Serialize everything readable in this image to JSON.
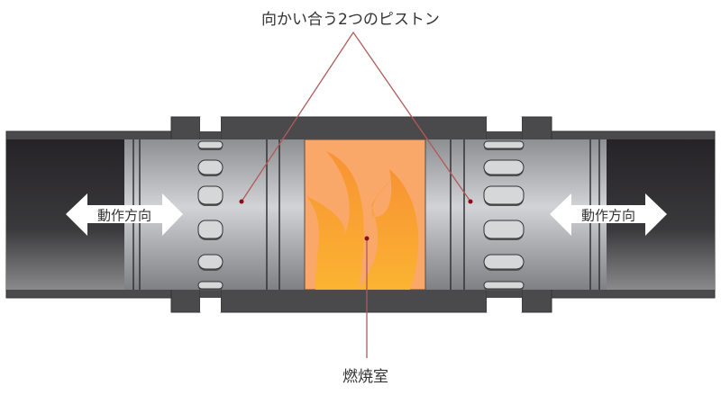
{
  "labels": {
    "pistons": "向かい合う2つのピストン",
    "combustion_chamber": "燃焼室",
    "motion_left": "動作方向",
    "motion_right": "動作方向"
  },
  "colors": {
    "housing": "#4a4a4c",
    "bore": "#2c2b2d",
    "piston": "#b4b5b8",
    "flame_bg": "#f9a869",
    "flame": "#f7902e",
    "flame_core": "#fbb52b",
    "leader": "#b05a5a",
    "dot": "#8a0f16"
  }
}
